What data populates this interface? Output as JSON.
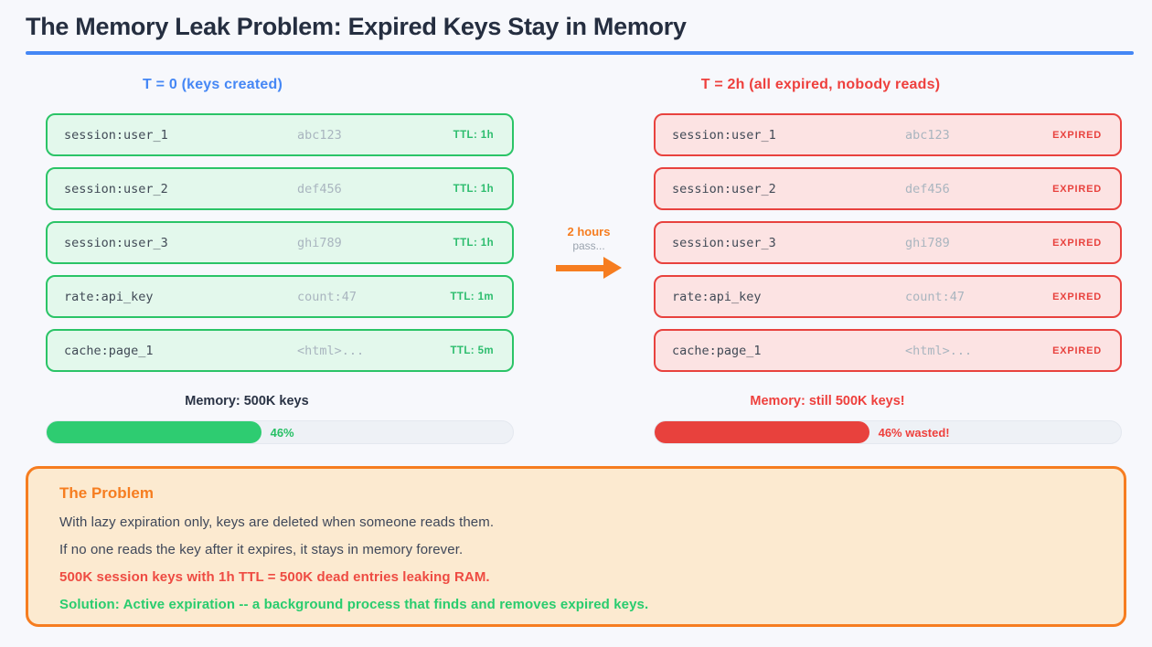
{
  "title": "The Memory Leak Problem: Expired Keys Stay in Memory",
  "columns": {
    "left": {
      "header": "T = 0 (keys created)",
      "keys": [
        {
          "key": "session:user_1",
          "value": "abc123",
          "ttl": "TTL: 1h"
        },
        {
          "key": "session:user_2",
          "value": "def456",
          "ttl": "TTL: 1h"
        },
        {
          "key": "session:user_3",
          "value": "ghi789",
          "ttl": "TTL: 1h"
        },
        {
          "key": "rate:api_key",
          "value": "count:47",
          "ttl": "TTL: 1m"
        },
        {
          "key": "cache:page_1",
          "value": "<html>...",
          "ttl": "TTL: 5m"
        }
      ],
      "memory_label": "Memory: 500K keys",
      "bar": {
        "percent": 46,
        "label": "46%"
      }
    },
    "right": {
      "header": "T = 2h (all expired, nobody reads)",
      "keys": [
        {
          "key": "session:user_1",
          "value": "abc123",
          "status": "EXPIRED"
        },
        {
          "key": "session:user_2",
          "value": "def456",
          "status": "EXPIRED"
        },
        {
          "key": "session:user_3",
          "value": "ghi789",
          "status": "EXPIRED"
        },
        {
          "key": "rate:api_key",
          "value": "count:47",
          "status": "EXPIRED"
        },
        {
          "key": "cache:page_1",
          "value": "<html>...",
          "status": "EXPIRED"
        }
      ],
      "memory_label": "Memory: still 500K keys!",
      "bar": {
        "percent": 46,
        "label": "46% wasted!"
      }
    }
  },
  "transition": {
    "line1": "2 hours",
    "line2": "pass...",
    "arrow_icon": "right-arrow"
  },
  "problem_panel": {
    "title": "The Problem",
    "lines": [
      {
        "text": "With lazy expiration only, keys are deleted when someone reads them.",
        "style": "normal"
      },
      {
        "text": "If no one reads the key after it expires, it stays in memory forever.",
        "style": "normal"
      },
      {
        "text": "500K session keys with 1h TTL = 500K dead entries leaking RAM.",
        "style": "red-bold"
      },
      {
        "text": "Solution: Active expiration -- a background process that finds and removes expired keys.",
        "style": "green-bold"
      }
    ]
  },
  "colors": {
    "accent_blue": "#4587f5",
    "accent_red": "#ee403d",
    "accent_green": "#2ecc71",
    "accent_orange": "#f67d20",
    "fresh_box_bg": "#e3f8ec",
    "fresh_box_border": "#2bc467",
    "expired_box_bg": "#fce3e3",
    "expired_box_border": "#e8423e",
    "panel_bg": "#fcead0",
    "title_text": "#252e40"
  }
}
